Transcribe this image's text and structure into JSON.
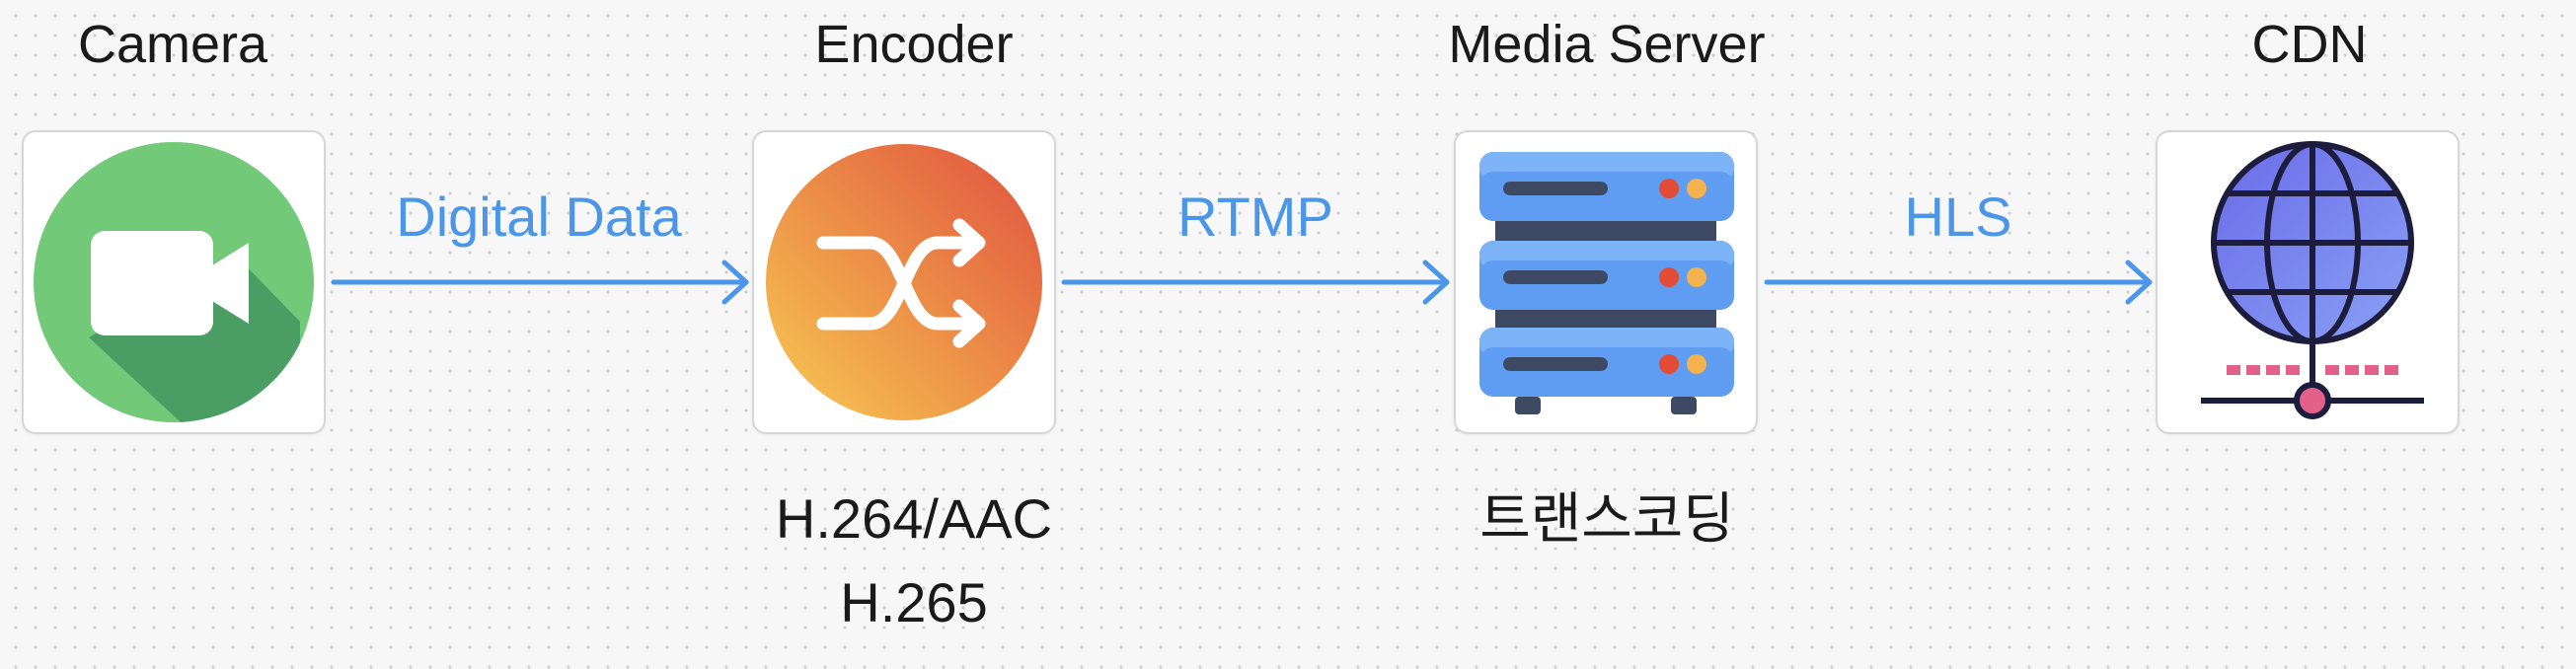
{
  "nodes": [
    {
      "title": "Camera",
      "icon": "video-camera-icon"
    },
    {
      "title": "Encoder",
      "icon": "shuffle-icon"
    },
    {
      "title": "Media Server",
      "icon": "server-rack-icon"
    },
    {
      "title": "CDN",
      "icon": "globe-network-icon"
    }
  ],
  "edges": [
    {
      "label": "Digital Data"
    },
    {
      "label": "RTMP"
    },
    {
      "label": "HLS"
    }
  ],
  "captions": {
    "encoder": [
      "H.264/AAC",
      "H.265"
    ],
    "media_server": "트랜스코딩"
  },
  "colors": {
    "edge": "#4b96e8",
    "camera_green": "#72c977",
    "encoder_start": "#f8cb52",
    "encoder_end": "#e0513f",
    "server_blue": "#5f9df2",
    "globe_purple": "#7c7bef"
  }
}
